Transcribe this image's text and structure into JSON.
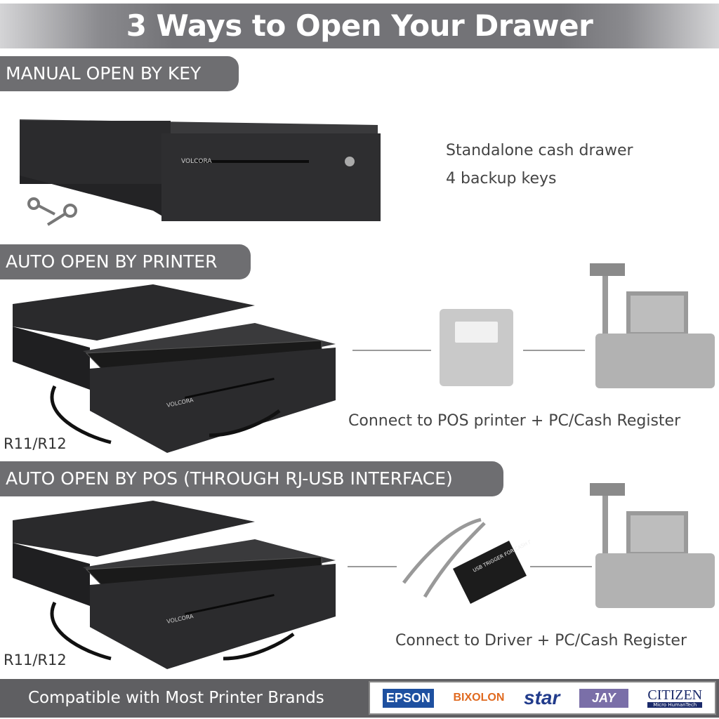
{
  "header": {
    "title": "3 Ways to Open Your Drawer"
  },
  "sections": [
    {
      "label": "MANUAL OPEN BY KEY",
      "lines": [
        "Standalone cash drawer",
        "4 backup keys"
      ],
      "brand": "VOLCORA"
    },
    {
      "label": "AUTO OPEN BY PRINTER",
      "caption": "Connect to POS printer + PC/Cash Register",
      "cable_label": "R11/R12",
      "brand": "VOLCORA"
    },
    {
      "label": "AUTO OPEN BY POS (THROUGH RJ-USB INTERFACE)",
      "caption": "Connect to Driver + PC/Cash Register",
      "cable_label": "R11/R12",
      "brand": "VOLCORA",
      "device_label": "USB TRIGGER FOR CASH DRAWER"
    }
  ],
  "footer": {
    "text": "Compatible with Most Printer Brands",
    "brands": [
      "EPSON",
      "BIXOLON",
      "star",
      "JAY",
      "CITIZEN"
    ],
    "citizen_sub": "Micro HumanTech"
  },
  "colors": {
    "pill": "#6e6e71",
    "footer": "#5f5f62",
    "epson": "#1e50a0",
    "bixolon": "#e06a20",
    "star": "#223c8c",
    "jay": "#7a6fa8",
    "citizen": "#1a2a6a"
  }
}
